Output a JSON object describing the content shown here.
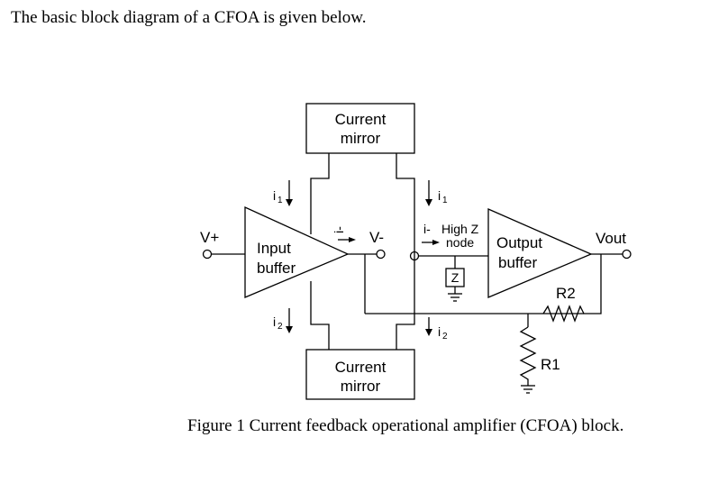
{
  "intro_text": "The basic block diagram of a CFOA is given below.",
  "caption": "Figure 1 Current feedback operational amplifier (CFOA) block.",
  "diagram": {
    "current_mirror_top": [
      "Current",
      "mirror"
    ],
    "current_mirror_bottom": [
      "Current",
      "mirror"
    ],
    "input_buffer": [
      "Input",
      "buffer"
    ],
    "output_buffer": [
      "Output",
      "buffer"
    ],
    "high_z_node": [
      "High Z",
      "node"
    ],
    "z_label": "Z",
    "v_plus": "V+",
    "v_minus": "V-",
    "vout": "Vout",
    "r1": "R1",
    "r2": "R2",
    "i_main": "i",
    "sub_1": "1",
    "sub_2": "2",
    "i_minus": "i-"
  }
}
